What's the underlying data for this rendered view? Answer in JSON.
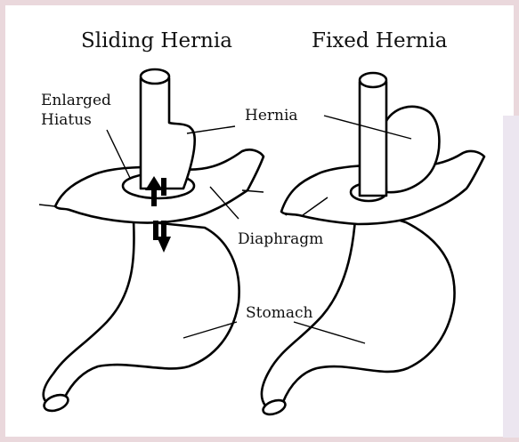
{
  "titles": {
    "sliding": "Sliding Hernia",
    "fixed": "Fixed Hernia"
  },
  "labels": {
    "enlarged": "Enlarged",
    "hiatus": "Hiatus",
    "hernia": "Hernia",
    "diaphragm": "Diaphragm",
    "stomach": "Stomach"
  },
  "colors": {
    "frame_border": "#ead8dc",
    "side_band": "#ece6f0",
    "ink": "#000000"
  }
}
